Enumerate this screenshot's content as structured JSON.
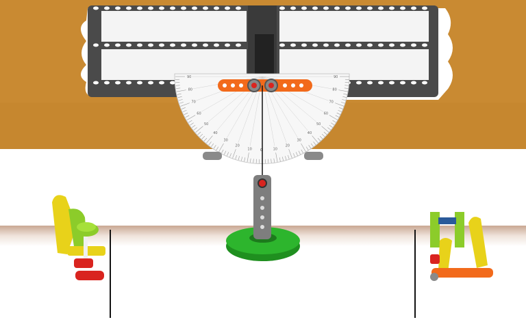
{
  "scene": {
    "colors": {
      "wall": "#c98a32",
      "wall_dark": "#b47624",
      "floor": "#ffffff",
      "board": "#4a4a4a",
      "panel": "#f4f4f4",
      "orange": "#f26a1b",
      "red": "#d9241f",
      "green": "#2db52d",
      "yellow": "#e8d21a",
      "lime": "#8ccc2a",
      "grey": "#8a8a8a",
      "line": "#111111"
    },
    "protractor": {
      "left_labels": [
        "90",
        "80",
        "70",
        "60",
        "50",
        "40",
        "30",
        "20",
        "10",
        "0"
      ],
      "right_labels": [
        "0",
        "10",
        "20",
        "30",
        "40",
        "50",
        "60",
        "70",
        "80",
        "90"
      ]
    }
  }
}
